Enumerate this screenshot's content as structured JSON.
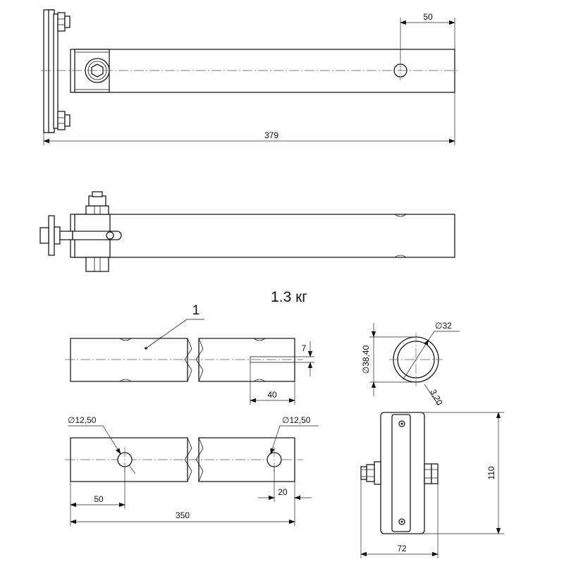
{
  "weight_label": "1.3 кг",
  "part_callout": "1",
  "dimensions": {
    "total_length": "379",
    "hole_offset_top": "50",
    "slot_depth": "7",
    "slot_length": "40",
    "hole_dia_left": "∅12,50",
    "hole_dia_right": "∅12,50",
    "hole_offset_left": "50",
    "hole_offset_right": "20",
    "tube_length": "350",
    "outer_dia_label": "∅38,40",
    "inner_dia_label": "∅32",
    "wall_thickness": "3,20",
    "bracket_height": "110",
    "bracket_width": "72"
  }
}
